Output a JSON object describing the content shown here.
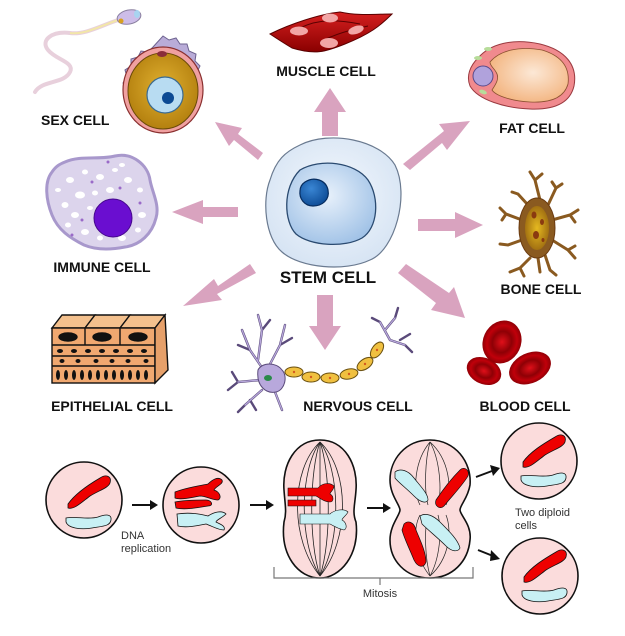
{
  "diagram": {
    "center": {
      "label": "STEM CELL"
    },
    "cells": [
      {
        "id": "sex",
        "label": "SEX CELL"
      },
      {
        "id": "muscle",
        "label": "MUSCLE CELL"
      },
      {
        "id": "fat",
        "label": "FAT CELL"
      },
      {
        "id": "immune",
        "label": "IMMUNE CELL"
      },
      {
        "id": "bone",
        "label": "BONE CELL"
      },
      {
        "id": "epithelial",
        "label": "EPITHELIAL CELL"
      },
      {
        "id": "nervous",
        "label": "NERVOUS CELL"
      },
      {
        "id": "blood",
        "label": "BLOOD CELL"
      }
    ],
    "mitosis": {
      "dna_replication_line1": "DNA",
      "dna_replication_line2": "replication",
      "mitosis_label": "Mitosis",
      "result_line1": "Two diploid",
      "result_line2": "cells"
    },
    "colors": {
      "arrow": "#d9a3bf",
      "chromosome_red": "#ee0000",
      "chromosome_blue": "#c8f0f4",
      "cell_pink": "#fbdcdc"
    }
  }
}
